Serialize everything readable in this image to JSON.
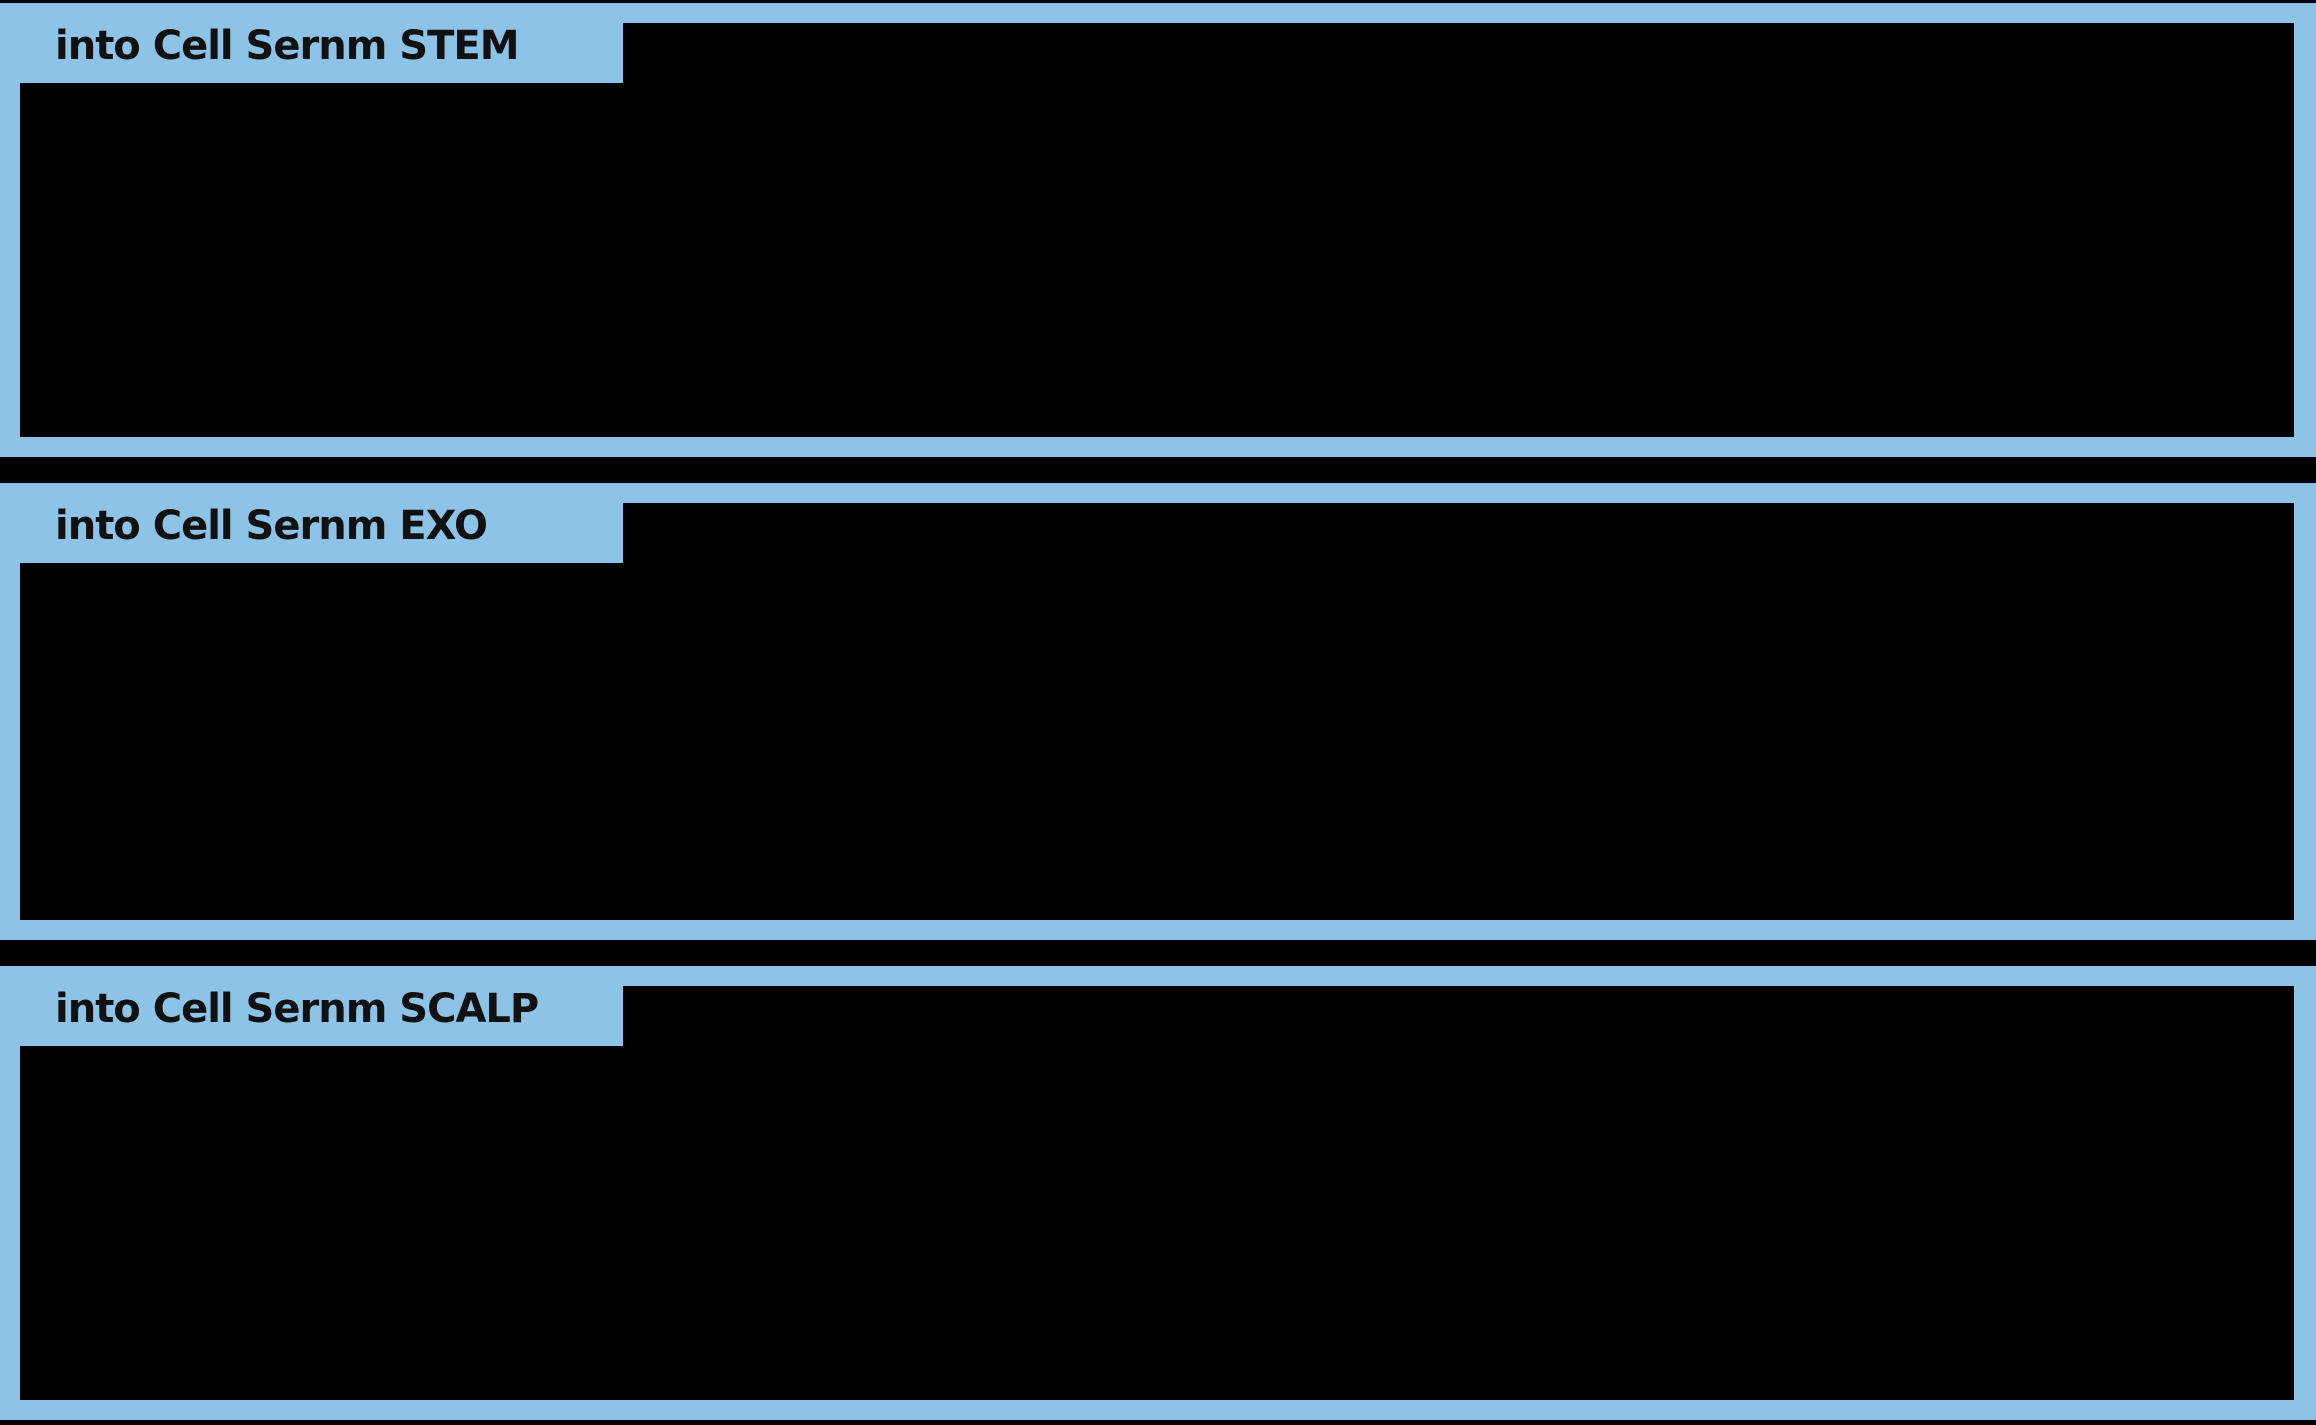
{
  "colors": {
    "frame_blue": "#8EC3E8",
    "background_black": "#000000",
    "label_text_black": "#111111"
  },
  "panels": [
    {
      "id": "stem",
      "label": "into Cell Sernm STEM"
    },
    {
      "id": "exo",
      "label": "into Cell Sernm EXO"
    },
    {
      "id": "scalp",
      "label": "into Cell Sernm SCALP"
    }
  ]
}
